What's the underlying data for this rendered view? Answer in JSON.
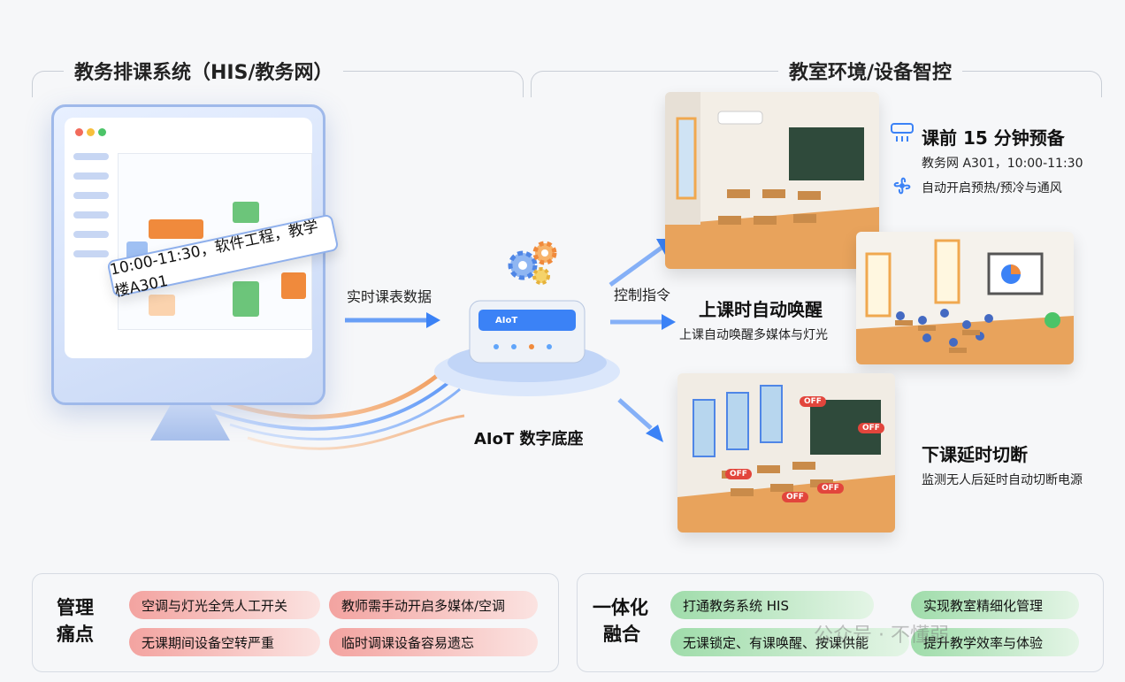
{
  "left_panel": {
    "title": "教务排课系统（HIS/教务网）"
  },
  "right_panel": {
    "title": "教室环境/设备智控"
  },
  "callout": {
    "text": "10:00-11:30，软件工程，教学楼A301"
  },
  "flow": {
    "left_arrow_label": "实时课表数据",
    "right_arrow_label": "控制指令"
  },
  "hub": {
    "label": "AIoT 数字底座",
    "device_text": "AIoT"
  },
  "rooms": [
    {
      "title": "课前 15 分钟预备",
      "line1": "教务网 A301，10:00-11:30",
      "line2": "自动开启预热/预冷与通风",
      "icon1": "air-conditioner-icon",
      "icon2": "fan-icon"
    },
    {
      "title": "上课时自动唤醒",
      "line1": "上课自动唤醒多媒体与灯光"
    },
    {
      "title": "下课延时切断",
      "line1": "监测无人后延时自动切断电源",
      "off_text": "OFF"
    }
  ],
  "pain": {
    "label_line1": "管理",
    "label_line2": "痛点",
    "items": [
      "空调与灯光全凭人工开关",
      "教师需手动开启多媒体/空调",
      "无课期间设备空转严重",
      "临时调课设备容易遗忘"
    ]
  },
  "fusion": {
    "label_line1": "一体化",
    "label_line2": "融合",
    "items": [
      "打通教务系统 HIS",
      "实现教室精细化管理",
      "无课锁定、有课唤醒、按课供能",
      "提升教学效率与体验"
    ]
  },
  "watermark": {
    "text": "公众号 · 不懂弱"
  },
  "colors": {
    "accent_blue": "#3b82f6",
    "orange": "#f08a3c",
    "pain_red": "#f3a3a0",
    "fusion_green": "#9fdcaa"
  }
}
